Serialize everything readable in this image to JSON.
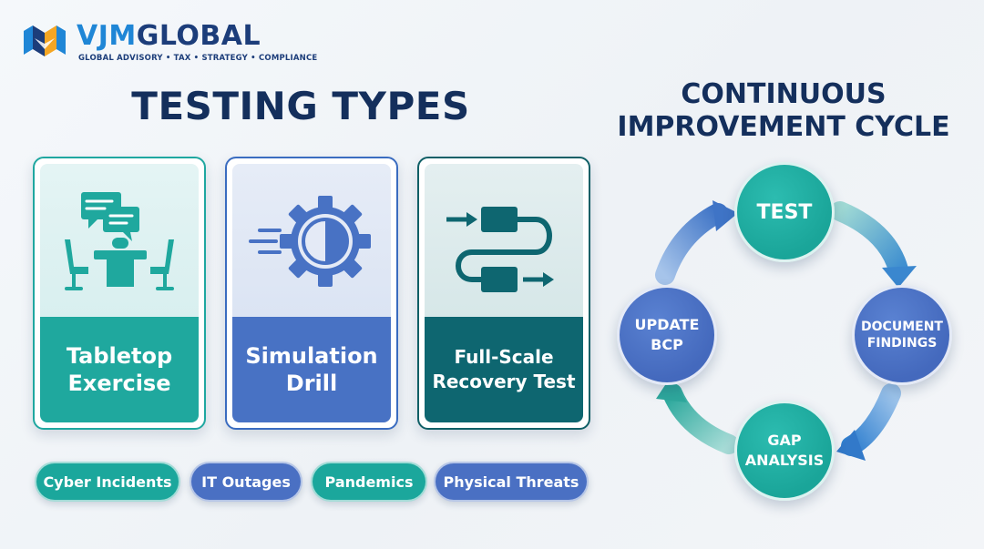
{
  "brand": {
    "name_part1": "VJM",
    "name_part2": "GLOBAL",
    "tagline": "GLOBAL ADVISORY • TAX • STRATEGY • COMPLIANCE"
  },
  "testing_types": {
    "heading": "TESTING TYPES",
    "cards": [
      {
        "label": "Tabletop Exercise",
        "icon": "meeting-table-icon",
        "color": "#1fa89e"
      },
      {
        "label": "Simulation Drill",
        "icon": "gear-icon",
        "color": "#4872c4"
      },
      {
        "label": "Full-Scale Recovery Test",
        "icon": "process-flow-icon",
        "color": "#0e6670"
      }
    ],
    "scenarios": [
      {
        "label": "Cyber Incidents",
        "color": "#1ba79c"
      },
      {
        "label": "IT Outages",
        "color": "#4a70c3"
      },
      {
        "label": "Pandemics",
        "color": "#1ba79c"
      },
      {
        "label": "Physical Threats",
        "color": "#4a70c3"
      }
    ]
  },
  "cycle": {
    "heading_line1": "CONTINUOUS",
    "heading_line2": "IMPROVEMENT CYCLE",
    "steps": [
      {
        "line1": "TEST",
        "line2": ""
      },
      {
        "line1": "DOCUMENT",
        "line2": "FINDINGS"
      },
      {
        "line1": "GAP",
        "line2": "ANALYSIS"
      },
      {
        "line1": "UPDATE",
        "line2": "BCP"
      }
    ]
  }
}
